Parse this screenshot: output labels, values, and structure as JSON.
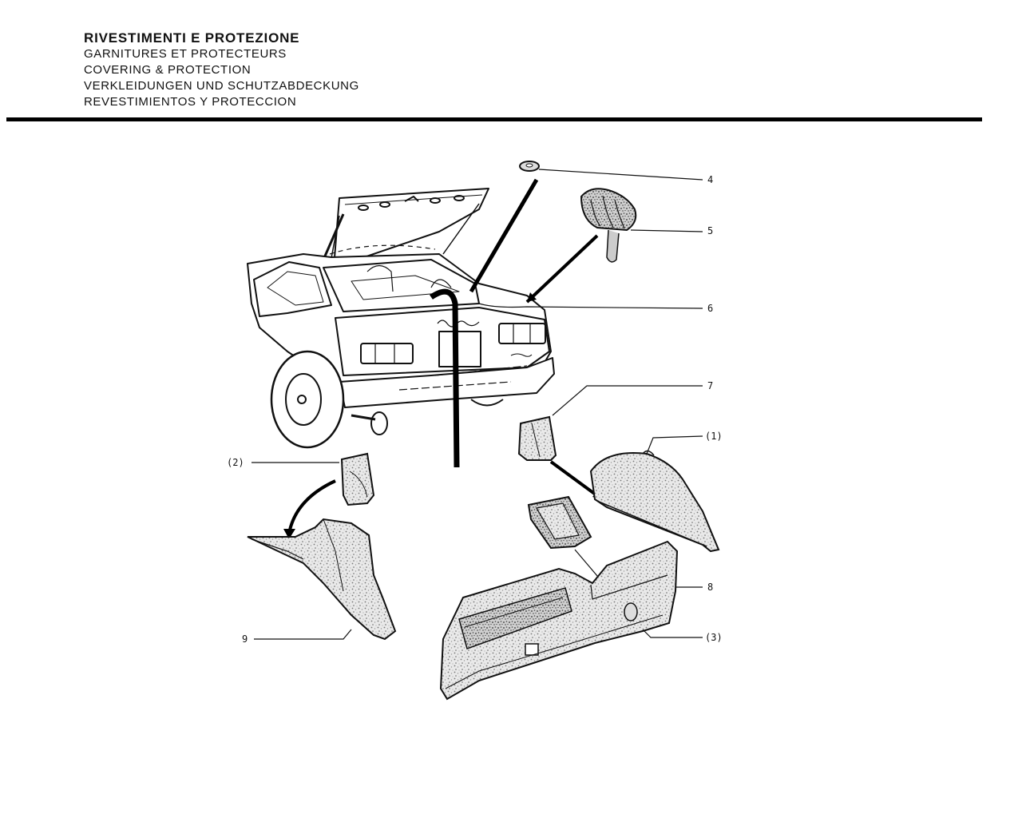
{
  "header": {
    "titles": [
      "RIVESTIMENTI E PROTEZIONE",
      "GARNITURES ET PROTECTEURS",
      "COVERING & PROTECTION",
      "VERKLEIDUNGEN UND SCHUTZABDECKUNG",
      "REVESTIMIENTOS Y PROTECCION"
    ]
  },
  "diagram": {
    "callouts": [
      "4",
      "5",
      "6",
      "7",
      "(1)",
      "(2)",
      "8",
      "9",
      "(3)"
    ]
  }
}
